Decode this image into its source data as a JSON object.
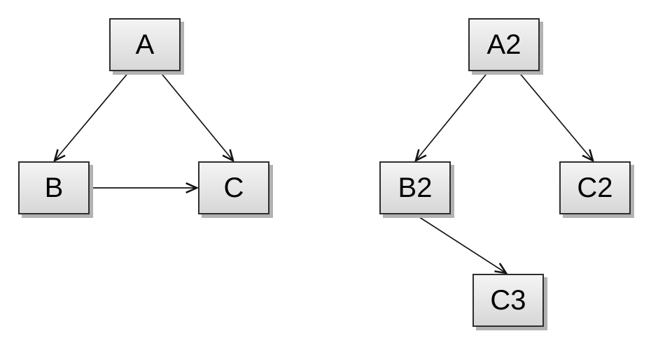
{
  "diagram": {
    "background_color": "#ffffff",
    "node_style": {
      "fill_top": "#f4f4f4",
      "fill_bottom": "#d7d7d7",
      "border_color": "#2e2e2e",
      "shadow_color": "#b2b2b2",
      "text_color": "#000000"
    },
    "edge_style": {
      "line_color": "#141414",
      "arrowhead": "open-v"
    },
    "left_graph": {
      "nodes": [
        {
          "id": "A",
          "label": "A"
        },
        {
          "id": "B",
          "label": "B"
        },
        {
          "id": "C",
          "label": "C"
        }
      ],
      "edges": [
        {
          "from": "A",
          "to": "B"
        },
        {
          "from": "A",
          "to": "C"
        },
        {
          "from": "B",
          "to": "C"
        }
      ]
    },
    "right_graph": {
      "nodes": [
        {
          "id": "A2",
          "label": "A2"
        },
        {
          "id": "B2",
          "label": "B2"
        },
        {
          "id": "C2",
          "label": "C2"
        },
        {
          "id": "C3",
          "label": "C3"
        }
      ],
      "edges": [
        {
          "from": "A2",
          "to": "B2"
        },
        {
          "from": "A2",
          "to": "C2"
        },
        {
          "from": "B2",
          "to": "C3"
        }
      ]
    }
  }
}
